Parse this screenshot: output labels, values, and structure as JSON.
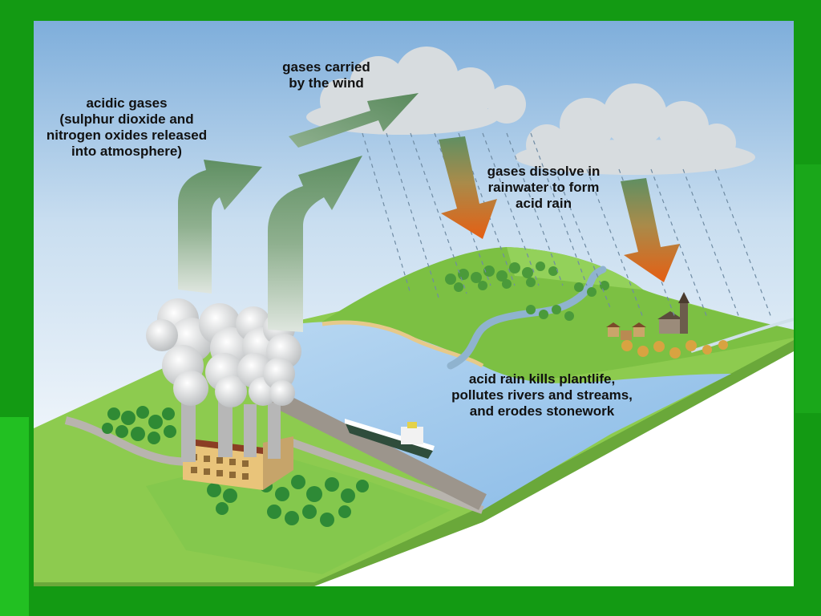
{
  "labels": {
    "acidic_gases": [
      "acidic gases",
      "(sulphur dioxide and",
      "nitrogen oxides released",
      "into atmosphere)"
    ],
    "gases_carried": [
      "gases carried",
      "by the wind"
    ],
    "gases_dissolve": [
      "gases dissolve in",
      "rainwater to form",
      "acid rain"
    ],
    "acid_rain_effects": [
      "acid rain kills plantlife,",
      "pollutes rivers and streams,",
      "and erodes stonework"
    ]
  },
  "colors": {
    "slide_background": "#139a13",
    "sky_top": "#7fb0dc",
    "sky_bottom": "#e9f2fa",
    "land": "#86c84a",
    "water": "#9fc6ea",
    "gas_arrow": "#6e9a6e",
    "rain_arrow": "#e0601a",
    "smoke": "#d9d9d9",
    "cloud": "#d4d8da"
  }
}
